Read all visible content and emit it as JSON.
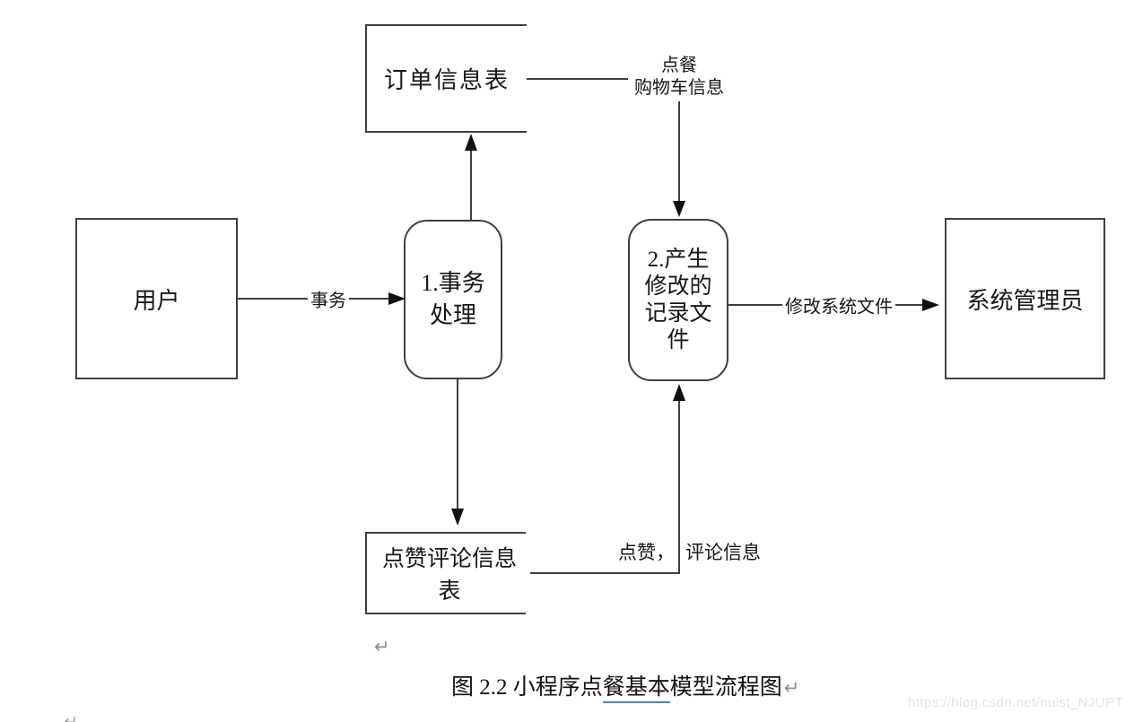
{
  "diagram": {
    "nodes": {
      "order_store": {
        "label": "订单信息表",
        "type": "data-store"
      },
      "user": {
        "label": "用户",
        "type": "external-entity"
      },
      "process1": {
        "lines": [
          "1.事务",
          "处理"
        ],
        "type": "process"
      },
      "process2": {
        "lines": [
          "2.产生",
          "修改的",
          "记录文",
          "件"
        ],
        "type": "process"
      },
      "admin": {
        "label": "系统管理员",
        "type": "external-entity"
      },
      "comment_store": {
        "label": "点赞评论信息表",
        "type": "data-store"
      }
    },
    "edge_labels": {
      "transaction": "事务",
      "order_flow_line1": "点餐",
      "order_flow_line2": "购物车信息",
      "modify_files": "修改系统文件",
      "like_comment_left": "点赞，",
      "like_comment_right": "评论信息"
    },
    "colors": {
      "line": "#3f3f3f",
      "arrow_fill": "#111111",
      "underline_blue": "#4e7fbb",
      "mark_gray": "#8f8f8f",
      "watermark_gray": "#e4e4e4"
    }
  },
  "caption": {
    "prefix": "图 2.2 小程序点",
    "underlined": "餐基本",
    "suffix": "模型流程图",
    "return_mark": "↵"
  },
  "page": {
    "paragraph_mark": "↵",
    "bottom_left_mark": "↵",
    "watermark": "https://blog.csdn.net/nuist_NJUPT"
  }
}
